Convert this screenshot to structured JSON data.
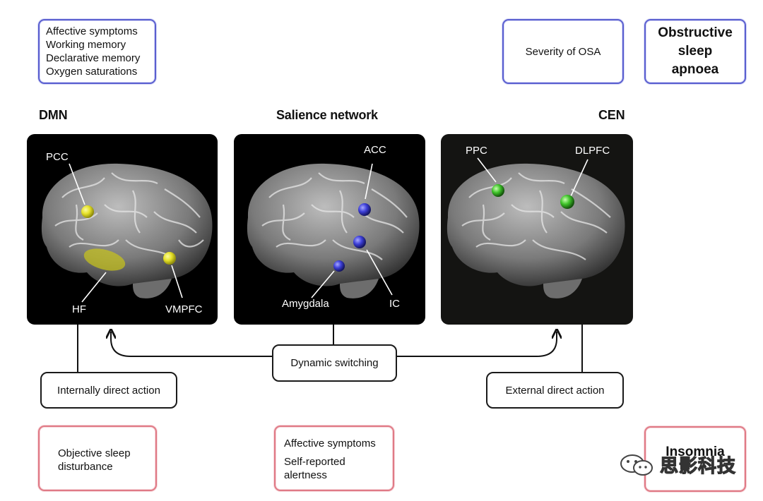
{
  "top_left_box": {
    "lines": [
      "Affective symptoms",
      "Working memory",
      "Declarative memory",
      "Oxygen saturations"
    ]
  },
  "top_middle_box": {
    "text": "Severity of OSA"
  },
  "top_right_box": {
    "lines": [
      "Obstructive",
      "sleep",
      "apnoea"
    ]
  },
  "networks": {
    "dmn": {
      "title": "DMN",
      "labels": {
        "pcc": "PCC",
        "hf": "HF",
        "vmpfc": "VMPFC"
      }
    },
    "salience": {
      "title": "Salience network",
      "labels": {
        "acc": "ACC",
        "amygdala": "Amygdala",
        "ic": "IC"
      }
    },
    "cen": {
      "title": "CEN",
      "labels": {
        "ppc": "PPC",
        "dlpfc": "DLPFC"
      }
    }
  },
  "action_boxes": {
    "internal": "Internally direct action",
    "dynamic": "Dynamic switching",
    "external": "External direct action"
  },
  "bottom_left_box": {
    "lines": [
      "Objective sleep",
      "disturbance"
    ]
  },
  "bottom_middle_box": {
    "line1": "Affective symptoms",
    "line2": "Self-reported",
    "line3": "alertness"
  },
  "bottom_right_box": {
    "text": "Insomnia"
  },
  "watermark": {
    "text": "思影科技"
  },
  "colors": {
    "blue_border": "#5a5fd0",
    "red_border": "#e07a86",
    "dmn_node": "#e6e22a",
    "salience_node": "#3d3fd8",
    "cen_node": "#3fc42a"
  }
}
